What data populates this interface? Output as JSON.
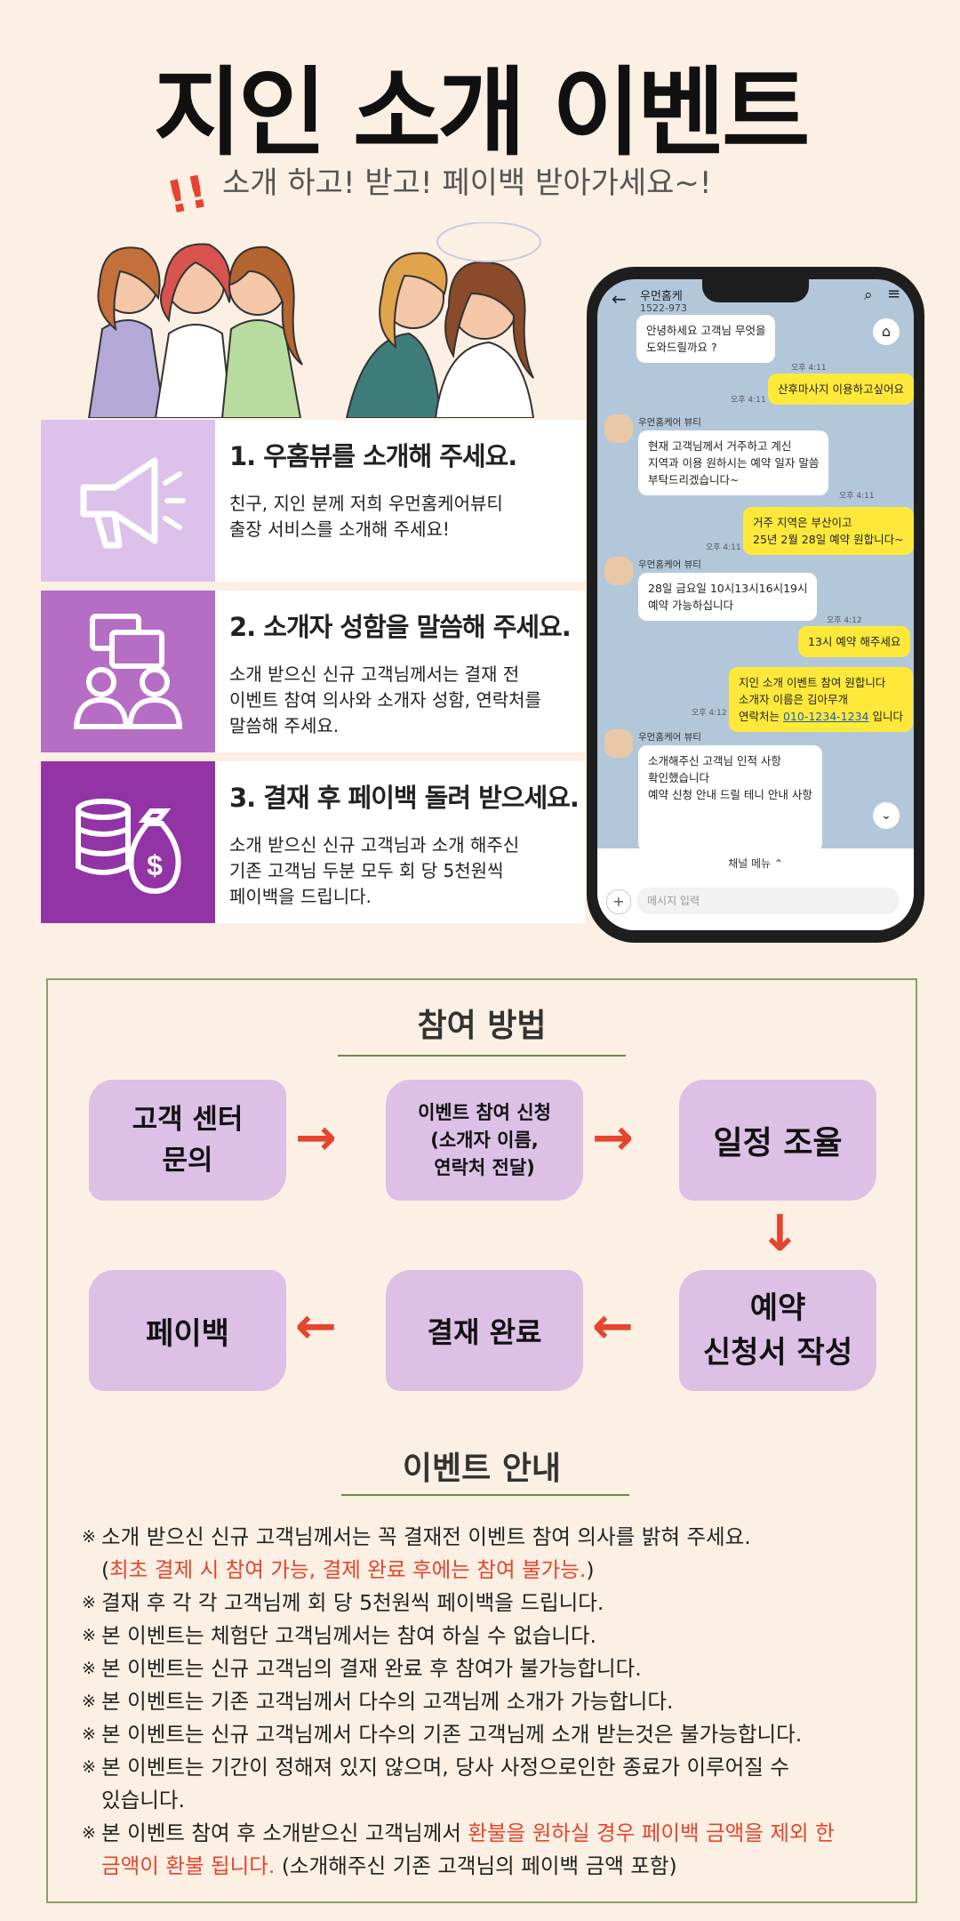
{
  "header": {
    "title": "지인 소개 이벤트",
    "subtitle": "소개 하고!  받고!  페이백 받아가세요~!",
    "excl": "!!"
  },
  "steps": [
    {
      "title": "1. 우홈뷰를 소개해 주세요.",
      "lines": [
        "친구, 지인 분께  저희 우먼홈케어뷰티",
        "출장 서비스를 소개해 주세요!"
      ],
      "icon": "megaphone-icon",
      "bg": "#dcc2ea"
    },
    {
      "title": "2.  소개자 성함을 말씀해 주세요.",
      "lines": [
        "소개 받으신 신규 고객님께서는 결재 전",
        "이벤트 참여 의사와 소개자 성함, 연락처를",
        "말씀해 주세요."
      ],
      "icon": "chat-people-icon",
      "bg": "#b56ec4"
    },
    {
      "title": "3. 결재 후 페이백 돌려 받으세요.",
      "lines": [
        "소개 받으신 신규 고객님과 소개 해주신",
        "기존 고객님 두분 모두 회 당 5천원씩",
        "페이백을 드립니다."
      ],
      "icon": "money-icon",
      "bg": "#9233a6"
    }
  ],
  "phone": {
    "chat_name": "우먼홈케",
    "chat_number": "1522-973",
    "sender": "우먼홈케어 뷰티",
    "messages": {
      "m1a": "안녕하세요 고객님 무엇을",
      "m1b": "도와드릴까요 ?",
      "t1": "오후 4:11",
      "m2": "산후마사지 이용하고싶어요",
      "t2": "오후 4:11",
      "m3a": "현재 고객님께서 거주하고 계신",
      "m3b": "지역과 이용 원하시는 예약 일자 말씀",
      "m3c": "부탁드리겠습니다~",
      "t3": "오후 4:11",
      "m4a": "거주 지역은 부산이고",
      "m4b": "25년 2월 28일 예약 원합니다~",
      "t4": "오후 4:11",
      "m5a": "28일 금요일 10시13시16시19시",
      "m5b": "예약 가능하십니다",
      "t5": "오후 4:12",
      "m6": "13시 예약 해주세요",
      "m7a": "지인 소개 이벤트 참여 원합니다",
      "m7b": "소개자 이름은 김아무개",
      "m7c": "연락처는 ",
      "m7phone": "010-1234-1234",
      "m7d": " 입니다",
      "t7": "오후 4:12",
      "m8a": "소개해주신 고객님 인적 사항",
      "m8b": "확인했습니다",
      "m8c": "예약 신청 안내 드릴 테니 안내 사항"
    },
    "channel_menu": "채널 메뉴",
    "input_placeholder": "메시지 입력"
  },
  "participation": {
    "heading": "참여 방법",
    "flow1a": "고객 센터",
    "flow1b": "문의",
    "flow2a": "이벤트 참여 신청",
    "flow2b": "(소개자 이름,",
    "flow2c": "연락처 전달)",
    "flow3": "일정 조율",
    "flow4a": "예약",
    "flow4b": "신청서 작성",
    "flow5": "결재 완료",
    "flow6": "페이백"
  },
  "info": {
    "heading": "이벤트 안내",
    "mark": "※",
    "n1": "소개 받으신 신규 고객님께서는 꼭 결재전 이벤트 참여 의사를 밝혀 주세요.",
    "n1b_open": "(",
    "n1b_red": "최초 결제 시 참여 가능, 결제 완료 후에는 참여 불가능.",
    "n1b_close": ")",
    "n2": "결재 후 각 각 고객님께 회 당 5천원씩 페이백을 드립니다.",
    "n3": "본 이벤트는 체험단 고객님께서는 참여 하실 수 없습니다.",
    "n4": "본 이벤트는 신규 고객님의 결재 완료 후 참여가 불가능합니다.",
    "n5": "본 이벤트는 기존 고객님께서 다수의 고객님께 소개가 가능합니다.",
    "n6": "본 이벤트는 신규 고객님께서 다수의 기존 고객님께 소개 받는것은 불가능합니다.",
    "n7a": "본 이벤트는 기간이 정해져 있지 않으며, 당사 사정으로인한 종료가 이루어질 수",
    "n7b": "있습니다.",
    "n8a": "본 이벤트 참여 후 소개받으신 고객님께서 ",
    "n8a_red": "환불을 원하실 경우 페이백 금액을 제외 한",
    "n8b_red": "금액이 환불 됩니다.",
    "n8b": " (소개해주신 기존 고객님의 페이백 금액 포함)"
  },
  "colors": {
    "accent": "#e5452e",
    "flow_box": "#dcc0e6",
    "frame": "#8aa06a"
  }
}
